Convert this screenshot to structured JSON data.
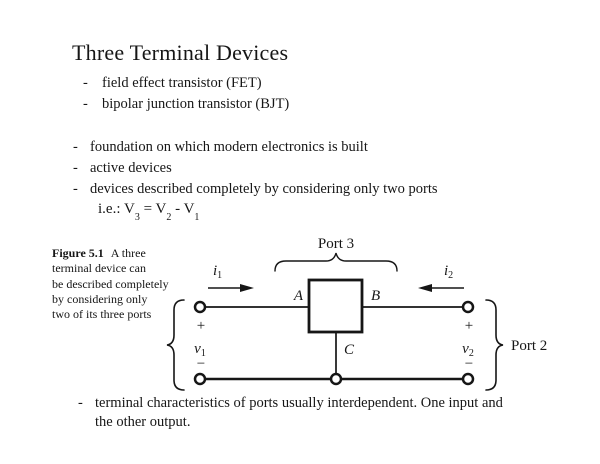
{
  "slide": {
    "title": "Three Terminal Devices",
    "bullet_char": "-",
    "device_bullets": [
      "field effect transistor (FET)",
      "bipolar junction transistor (BJT)"
    ],
    "property_bullets": [
      "foundation on which modern electronics is built",
      "active devices",
      "devices described completely by considering only two ports"
    ],
    "formula": {
      "lead": "i.e.: V",
      "sub_a": "3",
      "mid": " = V",
      "sub_b": "2",
      "tail": " - V",
      "sub_c": "1"
    },
    "closing_bullet_line1": "terminal characteristics of ports usually interdependent. One input and",
    "closing_bullet_line2": "the other output."
  },
  "figure": {
    "label": "Figure 5.1",
    "caption_first_line": "A three",
    "caption_lines": [
      "terminal device can",
      "be described completely",
      "by considering only",
      "two of its three ports"
    ]
  },
  "diagram": {
    "port3_label": "Port 3",
    "port2_label": "Port 2",
    "i1_base": "i",
    "i1_sub": "1",
    "i2_base": "i",
    "i2_sub": "2",
    "node_a": "A",
    "node_b": "B",
    "node_c": "C",
    "v1_plus": "+",
    "v1_base": "v",
    "v1_sub": "1",
    "v1_minus": "−",
    "v2_plus": "+",
    "v2_base": "v",
    "v2_sub": "2",
    "v2_minus": "−"
  },
  "colors": {
    "background": "#ffffff",
    "ink": "#161616"
  }
}
